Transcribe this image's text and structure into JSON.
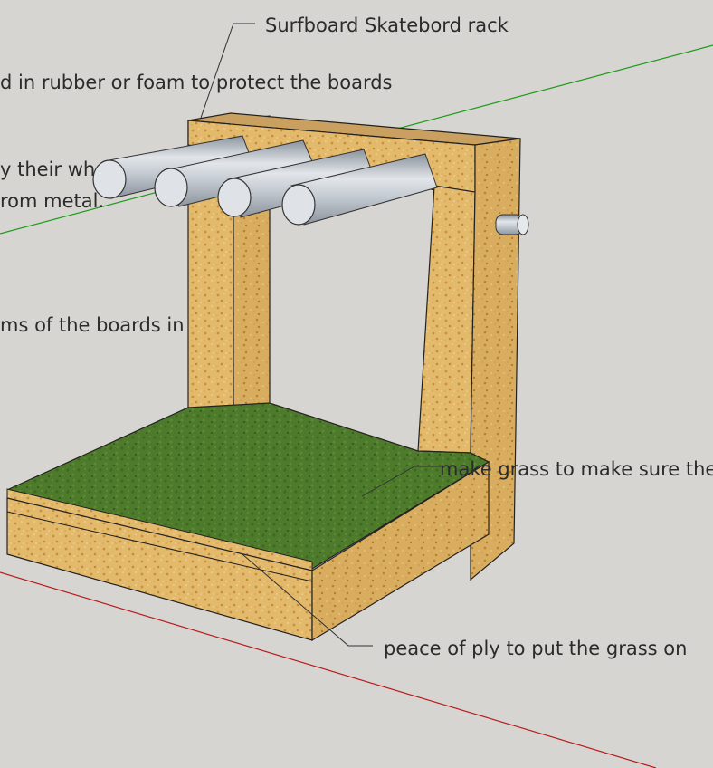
{
  "labels": {
    "title": "Surfboard Skatebord rack",
    "rubber": "d in rubber or foam to protect the boards",
    "wheels": "y their wh",
    "metal": "rom metal.",
    "bottoms": "ms of the boards in",
    "grass": "make grass to make sure the",
    "ply": "peace of ply to put the grass on"
  },
  "colors": {
    "background": "#d7d5d1",
    "wood": "#e2b86a",
    "grass": "#4f7a2c",
    "pipe": "#c8ced6",
    "axis_green": "#1a9c1a",
    "axis_red": "#b81c1c"
  }
}
